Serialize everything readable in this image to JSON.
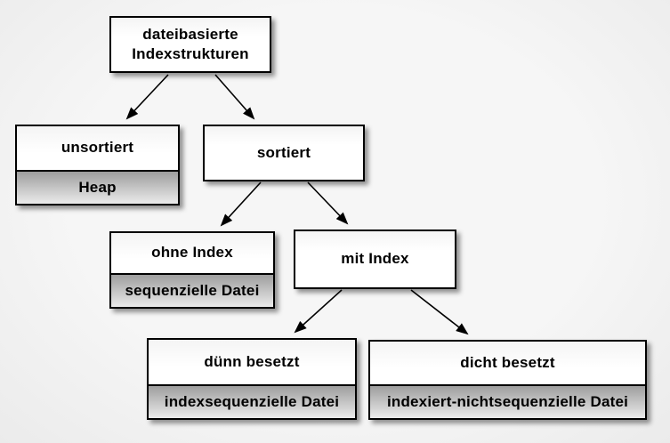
{
  "diagram": {
    "type": "tree",
    "nodes": [
      {
        "id": "root",
        "label": "dateibasierte\nIndexstrukturen"
      },
      {
        "id": "unsortiert",
        "label": "unsortiert",
        "sublabel": "Heap"
      },
      {
        "id": "sortiert",
        "label": "sortiert"
      },
      {
        "id": "ohne-index",
        "label": "ohne Index",
        "sublabel": "sequenzielle Datei"
      },
      {
        "id": "mit-index",
        "label": "mit Index"
      },
      {
        "id": "duenn-besetzt",
        "label": "dünn besetzt",
        "sublabel": "indexsequenzielle Datei"
      },
      {
        "id": "dicht-besetzt",
        "label": "dicht besetzt",
        "sublabel": "indexiert-nichtsequenzielle Datei"
      }
    ],
    "edges": [
      {
        "from": "root",
        "to": "unsortiert"
      },
      {
        "from": "root",
        "to": "sortiert"
      },
      {
        "from": "sortiert",
        "to": "ohne-index"
      },
      {
        "from": "sortiert",
        "to": "mit-index"
      },
      {
        "from": "mit-index",
        "to": "duenn-besetzt"
      },
      {
        "from": "mit-index",
        "to": "dicht-besetzt"
      }
    ],
    "colors": {
      "background": "#f2f2f2",
      "box_border": "#000000",
      "box_fill": "#ffffff",
      "sublabel_gradient_top": "#9e9e9e",
      "sublabel_gradient_bottom": "#ebebeb",
      "arrow": "#000000",
      "text": "#000000"
    }
  }
}
